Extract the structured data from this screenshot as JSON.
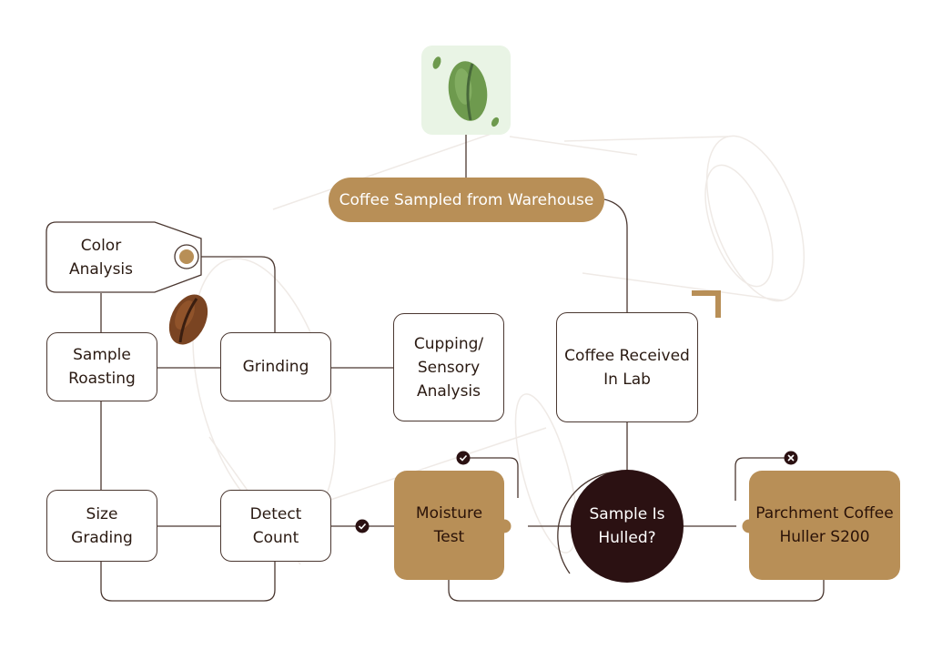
{
  "nodes": {
    "warehouse": "Coffee Sampled from Warehouse",
    "received": "Coffee Received\nIn Lab",
    "hulled": "Sample Is\nHulled?",
    "huller": "Parchment Coffee\nHuller S200",
    "moisture": "Moisture\nTest",
    "detect": "Detect\nCount",
    "size": "Size\nGrading",
    "roasting": "Sample\nRoasting",
    "grinding": "Grinding",
    "cupping": "Cupping/\nSensory\nAnalysis",
    "color": "Color\nAnalysis"
  },
  "colors": {
    "accent": "#b88f57",
    "dark": "#2b1112",
    "line": "#4a3730",
    "tile_bg": "#e9f4e5"
  },
  "icons": [
    "green-coffee-bean-icon",
    "roasted-coffee-bean-icon",
    "check-icon",
    "cross-icon",
    "corner-bracket-icon"
  ]
}
